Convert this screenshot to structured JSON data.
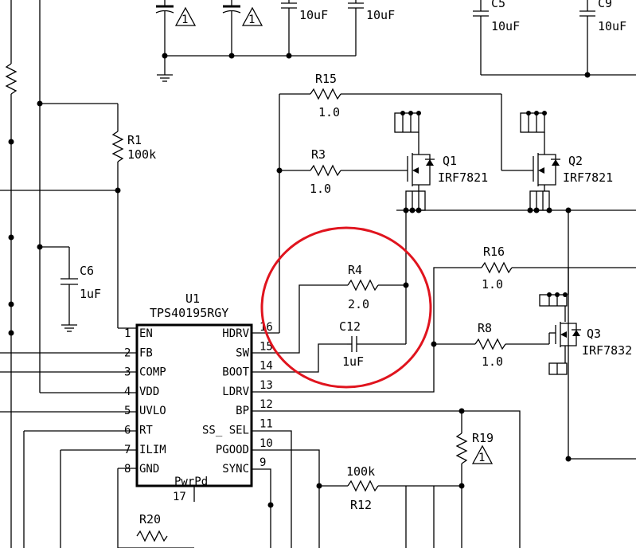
{
  "ic": {
    "ref": "U1",
    "part": "TPS40195RGY",
    "pwrpad": "PwrPd",
    "pwrpad_num": "17",
    "left_pins": [
      {
        "num": "1",
        "name": "EN"
      },
      {
        "num": "2",
        "name": "FB"
      },
      {
        "num": "3",
        "name": "COMP"
      },
      {
        "num": "4",
        "name": "VDD"
      },
      {
        "num": "5",
        "name": "UVLO"
      },
      {
        "num": "6",
        "name": "RT"
      },
      {
        "num": "7",
        "name": "ILIM"
      },
      {
        "num": "8",
        "name": "GND"
      }
    ],
    "right_pins": [
      {
        "num": "16",
        "name": "HDRV"
      },
      {
        "num": "15",
        "name": "SW"
      },
      {
        "num": "14",
        "name": "BOOT"
      },
      {
        "num": "13",
        "name": "LDRV"
      },
      {
        "num": "12",
        "name": "BP"
      },
      {
        "num": "11",
        "name": "SS_ SEL"
      },
      {
        "num": "10",
        "name": "PGOOD"
      },
      {
        "num": "9",
        "name": "SYNC"
      }
    ]
  },
  "components": {
    "R1": {
      "ref": "R1",
      "value": "100k"
    },
    "R3": {
      "ref": "R3",
      "value": "1.0"
    },
    "R4": {
      "ref": "R4",
      "value": "2.0"
    },
    "R8": {
      "ref": "R8",
      "value": "1.0"
    },
    "R12": {
      "ref": "R12",
      "value": "100k"
    },
    "R15": {
      "ref": "R15",
      "value": "1.0"
    },
    "R16": {
      "ref": "R16",
      "value": "1.0"
    },
    "R19": {
      "ref": "R19"
    },
    "R20": {
      "ref": "R20"
    },
    "C5": {
      "ref": "C5",
      "value": "10uF"
    },
    "C6": {
      "ref": "C6",
      "value": "1uF"
    },
    "C9": {
      "ref": "C9",
      "value": "10uF"
    },
    "C12": {
      "ref": "C12",
      "value": "1uF"
    },
    "Q1": {
      "ref": "Q1",
      "part": "IRF7821"
    },
    "Q2": {
      "ref": "Q2",
      "part": "IRF7821"
    },
    "Q3": {
      "ref": "Q3",
      "part": "IRF7832"
    },
    "cap_top_1": {
      "value": "10uF"
    },
    "cap_top_2": {
      "value": "10uF"
    }
  },
  "flags": {
    "symbol": "1"
  },
  "colors": {
    "line": "#000000",
    "highlight": "#e0141e"
  }
}
